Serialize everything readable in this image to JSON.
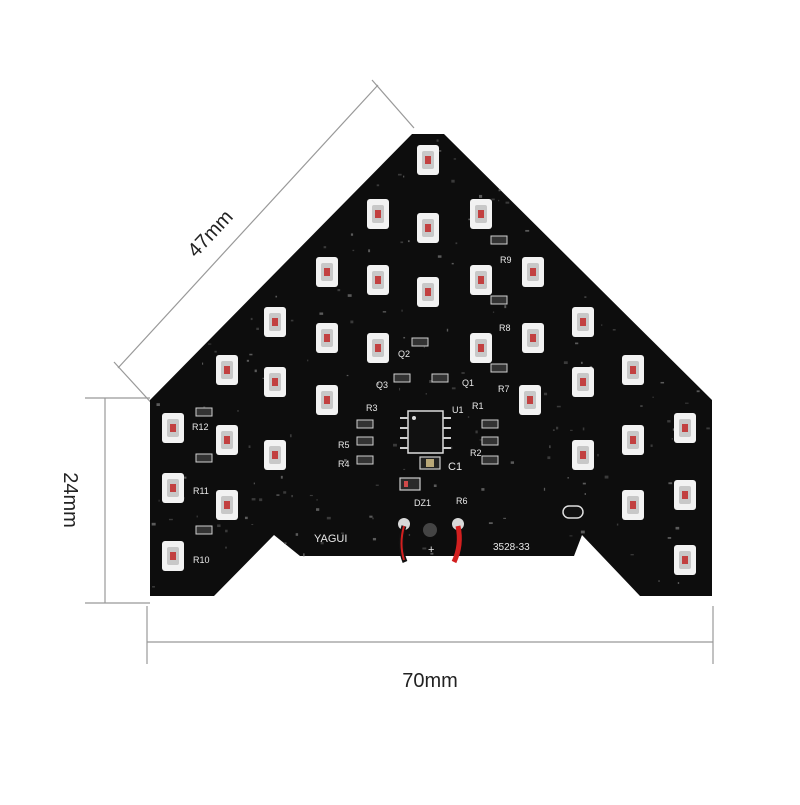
{
  "dimensions": {
    "diagonal": "47mm",
    "height": "24mm",
    "width": "70mm"
  },
  "board": {
    "color": "#0d0d0d",
    "led_color": "#f2f2f2",
    "led_core_color": "#c8c8c8",
    "wire_colors": [
      "#d21f1f",
      "#111111"
    ],
    "silkscreen": {
      "brand": "YAGUI",
      "model": "3528-33",
      "labels": [
        "R1",
        "R2",
        "R3",
        "R4",
        "R5",
        "R6",
        "R7",
        "R8",
        "R9",
        "R10",
        "R11",
        "R12",
        "Q1",
        "Q2",
        "Q3",
        "U1",
        "C1",
        "DZ1",
        "+"
      ]
    }
  }
}
